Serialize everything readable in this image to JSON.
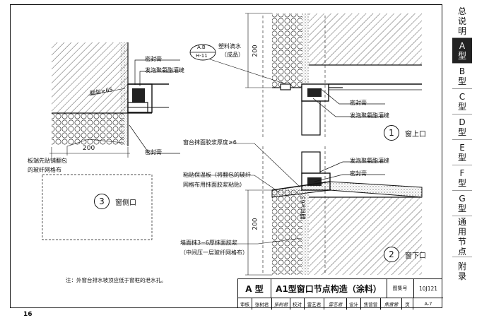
{
  "sidebar": {
    "tabs": [
      {
        "chars": [
          "总",
          "说",
          "明"
        ],
        "active": false
      },
      {
        "chars": [
          "A",
          "型"
        ],
        "active": true
      },
      {
        "chars": [
          "B",
          "型"
        ],
        "active": false
      },
      {
        "chars": [
          "C",
          "型"
        ],
        "active": false
      },
      {
        "chars": [
          "D",
          "型"
        ],
        "active": false
      },
      {
        "chars": [
          "E",
          "型"
        ],
        "active": false
      },
      {
        "chars": [
          "F",
          "型"
        ],
        "active": false
      },
      {
        "chars": [
          "G",
          "型"
        ],
        "active": false
      },
      {
        "chars": [
          "通",
          "用",
          "节",
          "点"
        ],
        "active": false
      },
      {
        "chars": [
          "附",
          "录"
        ],
        "active": false
      }
    ]
  },
  "detail_side": {
    "sealant_top": "密封膏",
    "foam_top": "发泡聚氨酯灌缝",
    "dim_fold": "翻包≥65",
    "sealant_bottom": "密封膏",
    "dim_200": "200",
    "board_note_1": "板端先贴铺翻包",
    "board_note_2": "的玻纤网格布",
    "number": "3",
    "title": "窗侧口"
  },
  "detail_top": {
    "ref_top": "A.B",
    "ref_bottom": "H-11",
    "drip_1": "塑料滴水",
    "drip_2": "（成品）",
    "dim_200": "200",
    "sealant": "密封膏",
    "foam": "发泡聚氨酯灌缝",
    "number": "1",
    "title": "窗上口"
  },
  "detail_bottom": {
    "sill_thickness": "窗台抹面胶浆厚度≥6",
    "foam": "发泡聚氨酯灌缝",
    "sealant": "密封膏",
    "insulation_1": "粘贴保温板（将翻包的玻纤",
    "insulation_2": "网格布用抹面胶浆粘贴）",
    "dim_200": "200",
    "dim_fold": "翻包≥65",
    "wall_1": "墙面抹3~6厚抹面胶浆",
    "wall_2": "（中间压一层玻纤网格布）",
    "number": "2",
    "title": "窗下口"
  },
  "note": "注：外窗台排水坡顶应低于窗框的泄水孔。",
  "title_block": {
    "type": "A 型",
    "title": "A1型窗口节点构造（涂料）",
    "atlas_label": "图集号",
    "atlas_value": "10J121",
    "row": [
      "审核",
      "张树君",
      "张树君",
      "校对",
      "雷艺君",
      "雷艺君",
      "设计",
      "焦营营",
      "焦营营",
      "页",
      "A-7"
    ]
  },
  "page_number": "16"
}
